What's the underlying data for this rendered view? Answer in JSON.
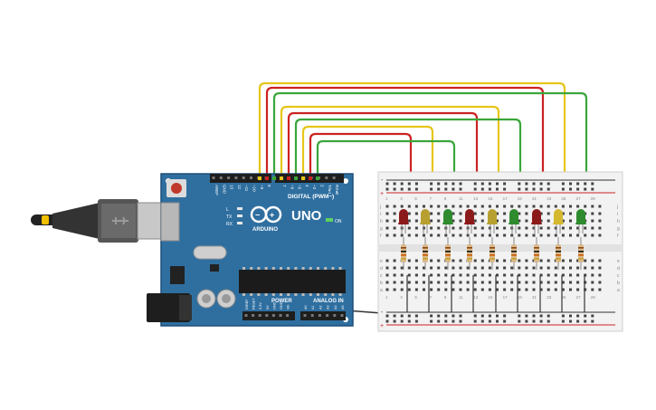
{
  "board": {
    "brand_model": "UNO",
    "brand_name": "ARDUINO",
    "digital_label": "DIGITAL (PWM~)",
    "power_label": "POWER",
    "analog_label": "ANALOG IN",
    "on_label": "ON",
    "led_labels": [
      "L",
      "TX",
      "RX"
    ],
    "left_header_labels": [
      "AREF",
      "GND",
      "13",
      "12",
      "~11",
      "~10",
      "~9",
      "8"
    ],
    "right_header_labels": [
      "7",
      "~6",
      "~5",
      "4",
      "~3",
      "2",
      "TX▸1",
      "RX◂0"
    ],
    "power_pin_labels": [
      "IOREF",
      "RESET",
      "3.3V",
      "5V",
      "GND",
      "GND",
      "Vin"
    ],
    "analog_pin_labels": [
      "A0",
      "A1",
      "A2",
      "A3",
      "A4",
      "A5"
    ]
  },
  "breadboard": {
    "row_letters_top": [
      "j",
      "i",
      "h",
      "g",
      "f"
    ],
    "row_letters_bottom": [
      "e",
      "d",
      "c",
      "b",
      "a"
    ],
    "column_numbers": [
      "1",
      "3",
      "5",
      "7",
      "9",
      "11",
      "13",
      "15",
      "17",
      "19",
      "21",
      "23",
      "25",
      "27",
      "29"
    ],
    "rail_plus": "+",
    "rail_minus": "-"
  },
  "leds": [
    {
      "color": "#8b1a1a"
    },
    {
      "color": "#b8a030"
    },
    {
      "color": "#2e8b2e"
    },
    {
      "color": "#8b1a1a"
    },
    {
      "color": "#b8a030"
    },
    {
      "color": "#2e8b2e"
    },
    {
      "color": "#8b1a1a"
    },
    {
      "color": "#d4b830"
    },
    {
      "color": "#2e8b2e"
    }
  ],
  "wire_colors": {
    "red": "#cc2222",
    "yellow": "#e6c619",
    "green": "#3aa63a",
    "ground": "#333333"
  },
  "colors": {
    "board": "#2f6fa0",
    "board_dark": "#1f4f78",
    "breadboard": "#f2f2f2"
  }
}
